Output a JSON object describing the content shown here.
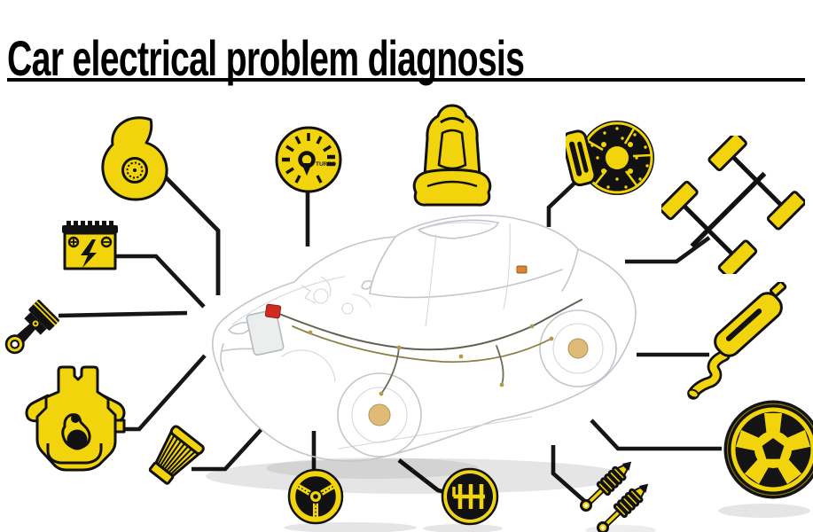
{
  "header": {
    "title": "Car electrical problem diagnosis"
  },
  "gauge": {
    "label": "TURBO"
  },
  "colors": {
    "accent_yellow": "#F2D40C",
    "outline_black": "#111111",
    "title_black": "#000000",
    "car_sketch_gray": "#C3C6CC",
    "highlight_red": "#CF2B20"
  },
  "components": [
    {
      "id": "turbocharger",
      "icon": "turbocharger-icon"
    },
    {
      "id": "turbo-gauge",
      "icon": "turbo-gauge-icon",
      "label": "TURBO"
    },
    {
      "id": "battery",
      "icon": "battery-icon"
    },
    {
      "id": "piston",
      "icon": "piston-icon"
    },
    {
      "id": "engine",
      "icon": "engine-icon"
    },
    {
      "id": "air-filter",
      "icon": "air-filter-icon"
    },
    {
      "id": "seat",
      "icon": "seat-icon"
    },
    {
      "id": "brake-disc",
      "icon": "brake-disc-icon"
    },
    {
      "id": "drivetrain",
      "icon": "drivetrain-icon"
    },
    {
      "id": "exhaust",
      "icon": "exhaust-icon"
    },
    {
      "id": "wheel-rim",
      "icon": "wheel-rim-icon"
    },
    {
      "id": "steering-wheel",
      "icon": "steering-wheel-icon"
    },
    {
      "id": "gear-shifter",
      "icon": "gear-shifter-icon"
    },
    {
      "id": "shock-absorbers",
      "icon": "shock-absorbers-icon"
    },
    {
      "id": "car-wireframe",
      "icon": "car-wireframe-illustration"
    }
  ]
}
